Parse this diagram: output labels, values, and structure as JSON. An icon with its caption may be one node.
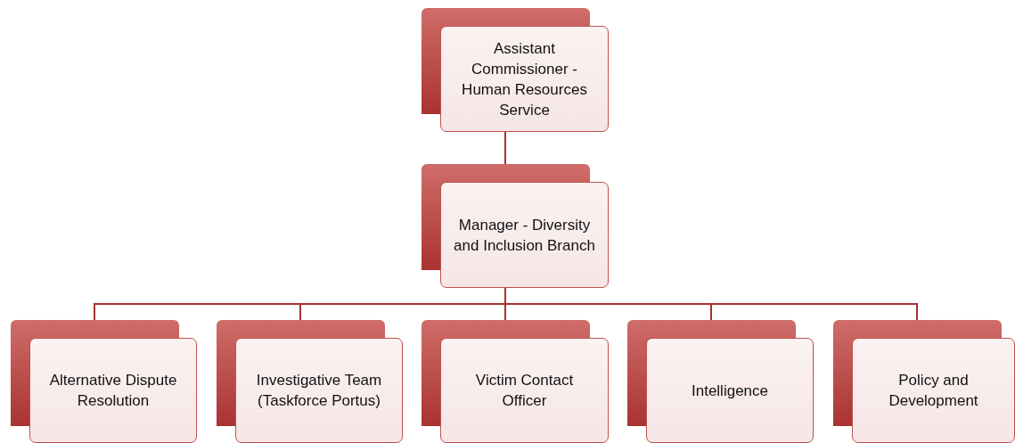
{
  "diagram": {
    "nodes": [
      {
        "text": [
          "Assistant Commissioner - Human Resources Service"
        ]
      },
      {
        "text": [
          "Manager - Diversity and Inclusion Branch"
        ]
      },
      {
        "text": [
          "Alternative Dispute Resolution"
        ]
      },
      {
        "text": [
          "Investigative Team (Taskforce Portus)"
        ]
      },
      {
        "text": [
          "Victim Contact Officer"
        ]
      },
      {
        "text": [
          "Intelligence"
        ]
      },
      {
        "text": [
          "Policy and Development"
        ]
      }
    ],
    "edges": [
      {
        "from": 0,
        "to": 1,
        "arrow": "none"
      },
      {
        "from": 1,
        "to": 2,
        "arrow": "none"
      },
      {
        "from": 1,
        "to": 3,
        "arrow": "none"
      },
      {
        "from": 1,
        "to": 4,
        "arrow": "none"
      },
      {
        "from": 1,
        "to": 5,
        "arrow": "none"
      },
      {
        "from": 1,
        "to": 6,
        "arrow": "none"
      }
    ]
  }
}
